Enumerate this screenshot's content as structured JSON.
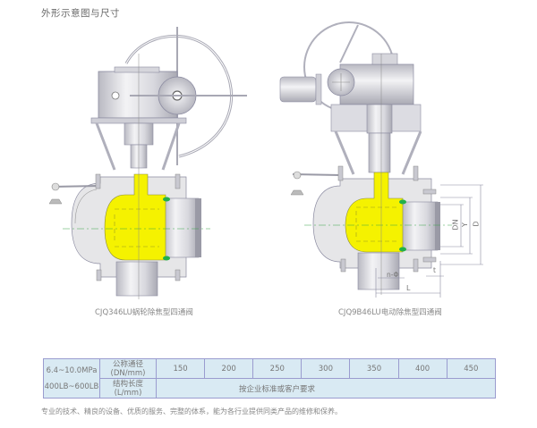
{
  "title": "外形示意图与尺寸",
  "drawings": [
    {
      "caption": "CJQ346LU蜗轮除焦型四通阀",
      "actuator": "worm-gear-handwheel"
    },
    {
      "caption": "CJQ9B46LU电动除焦型四通阀",
      "actuator": "electric-actuator"
    }
  ],
  "dimension_labels": {
    "dn": "DN",
    "y": "Y",
    "d": "D",
    "n_phi": "n-Φ",
    "t": "t",
    "l": "L"
  },
  "colors": {
    "ball": "#f5f200",
    "seal": "#22b04a",
    "body": "#e6e6e8",
    "outline": "#8a8aa0",
    "table_bg": "#d9eaf3",
    "table_border": "#9a9ccf",
    "centerline": "#3aa54a"
  },
  "table": {
    "pressure": [
      "6.4~10.0MPa",
      "400LB~600LB"
    ],
    "row1_header": [
      "公称通径",
      "(DN/mm)"
    ],
    "row2_header": [
      "结构长度",
      "(L/mm)"
    ],
    "sizes": [
      "150",
      "200",
      "250",
      "300",
      "350",
      "400",
      "450"
    ],
    "length_value": "按企业标准或客户要求"
  },
  "footer": "专业的技术、精良的设备、优质的服务、完整的体系，能为各行业提供同类产品的维修和保养。"
}
